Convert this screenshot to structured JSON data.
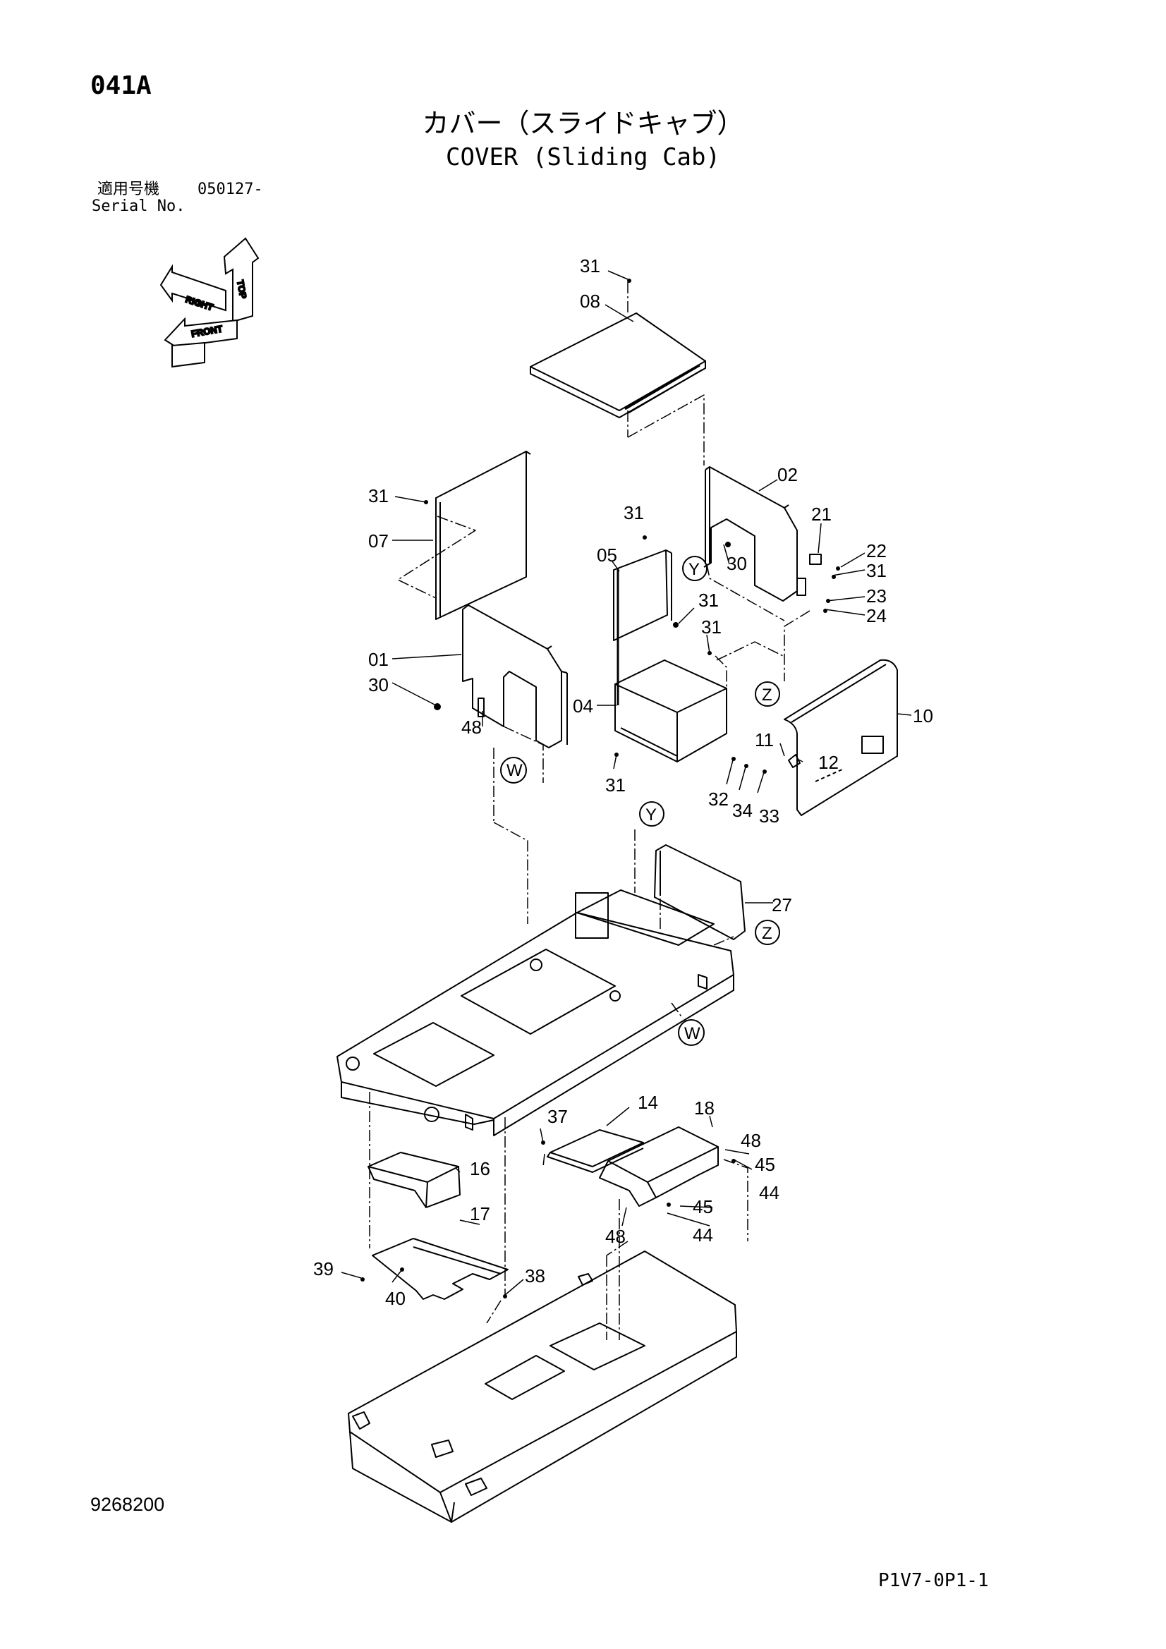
{
  "header": {
    "page_code": "041A",
    "title_jp": "カバー（スライドキャブ）",
    "title_en": "COVER (Sliding Cab)",
    "serial_label_jp": "適用号機",
    "serial_value": "050127-",
    "serial_label_en": "Serial No."
  },
  "footer": {
    "drawing_number": "9268200",
    "page_reference": "P1V7-0P1-1"
  },
  "orientation": {
    "top": "TOP",
    "right": "RIGHT",
    "front": "FRONT"
  },
  "callouts": {
    "c31a": "31",
    "c08": "08",
    "c31b": "31",
    "c07": "07",
    "c02": "02",
    "c21": "21",
    "c22": "22",
    "c31c": "31",
    "c23": "23",
    "c24": "24",
    "c31d": "31",
    "c05": "05",
    "c30a": "30",
    "c31e": "31",
    "c31f": "31",
    "c01": "01",
    "c30b": "30",
    "c48a": "48",
    "c04": "04",
    "c31g": "31",
    "c10": "10",
    "c11": "11",
    "c12": "12",
    "c32": "32",
    "c34": "34",
    "c33": "33",
    "c27": "27",
    "c37": "37",
    "c14": "14",
    "c18": "18",
    "c48b": "48",
    "c45a": "45",
    "c44a": "44",
    "c16": "16",
    "c45b": "45",
    "c44b": "44",
    "c48c": "48",
    "c17": "17",
    "c39": "39",
    "c40": "40",
    "c38": "38"
  },
  "references": {
    "y1": "Y",
    "y2": "Y",
    "z1": "Z",
    "z2": "Z",
    "w1": "W",
    "w2": "W"
  }
}
